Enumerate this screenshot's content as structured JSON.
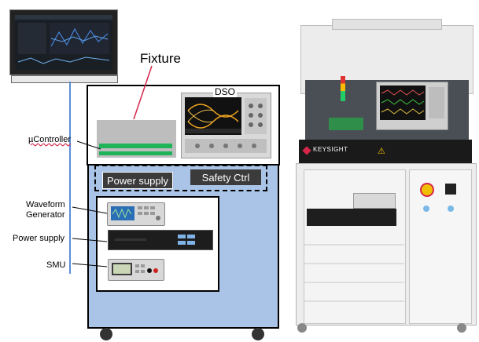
{
  "labels": {
    "fixture": "Fixture",
    "dso": "DSO",
    "ucontroller": "µController",
    "waveform_generator_line1": "Waveform",
    "waveform_generator_line2": "Generator",
    "power_supply": "Power supply",
    "smu": "SMU"
  },
  "blocks": {
    "power_supply_button": "Power supply",
    "safety_ctrl_button": "Safety Ctrl"
  },
  "brand": {
    "logo_text": "KEYSIGHT"
  },
  "colors": {
    "cabinet_blue": "#a9c4e6",
    "fixture_gray": "#bdbdbd",
    "ucontroller_green": "#1fb35a",
    "pointer_red": "#d6264a",
    "connector_blue": "#5b8fd6",
    "button_dark": "#3b3b3b"
  }
}
